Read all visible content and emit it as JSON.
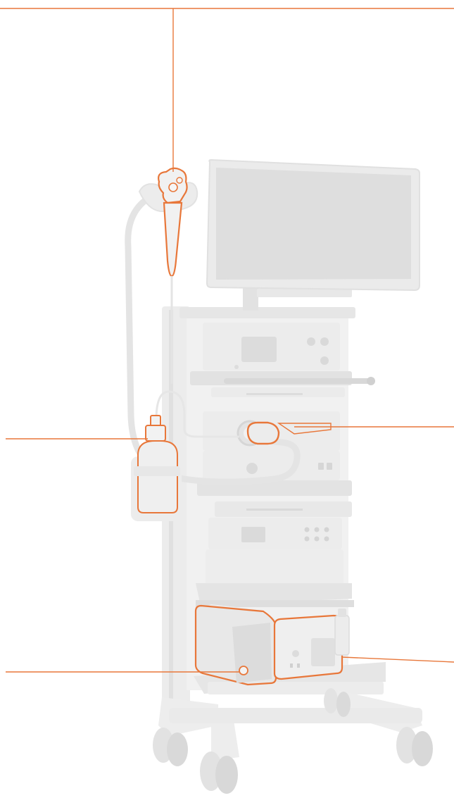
{
  "colors": {
    "background": "#ffffff",
    "cart_body": "#ececec",
    "cart_light": "#f3f3f3",
    "cart_mid": "#e2e2e2",
    "cart_dark": "#d6d6d6",
    "screen": "#dedede",
    "highlight": "#e8773a"
  },
  "diagram": {
    "subject": "endoscopy-tower-cart",
    "callouts": [
      {
        "id": "endoscope",
        "side": "top"
      },
      {
        "id": "water-bottle",
        "side": "left"
      },
      {
        "id": "video-processor",
        "side": "right"
      },
      {
        "id": "light-source",
        "side": "left"
      },
      {
        "id": "suction-pump",
        "side": "right"
      }
    ]
  }
}
